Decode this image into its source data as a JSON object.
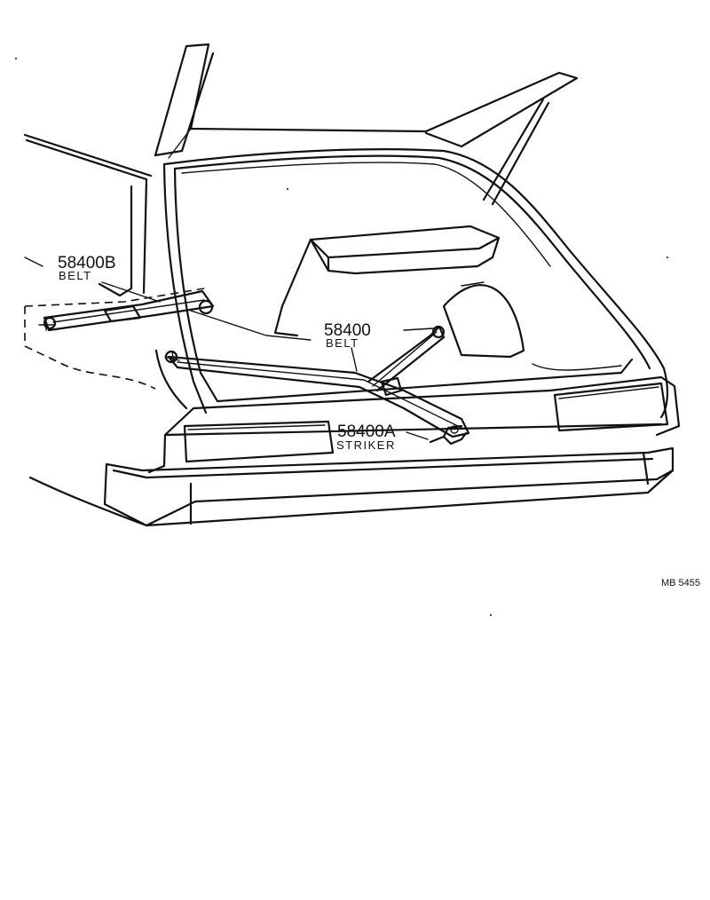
{
  "callouts": {
    "belt_b": {
      "number": "58400B",
      "name": "BELT"
    },
    "belt": {
      "number": "58400",
      "name": "BELT"
    },
    "striker": {
      "number": "58400A",
      "name": "STRIKER"
    }
  },
  "reference": "MB 5455"
}
